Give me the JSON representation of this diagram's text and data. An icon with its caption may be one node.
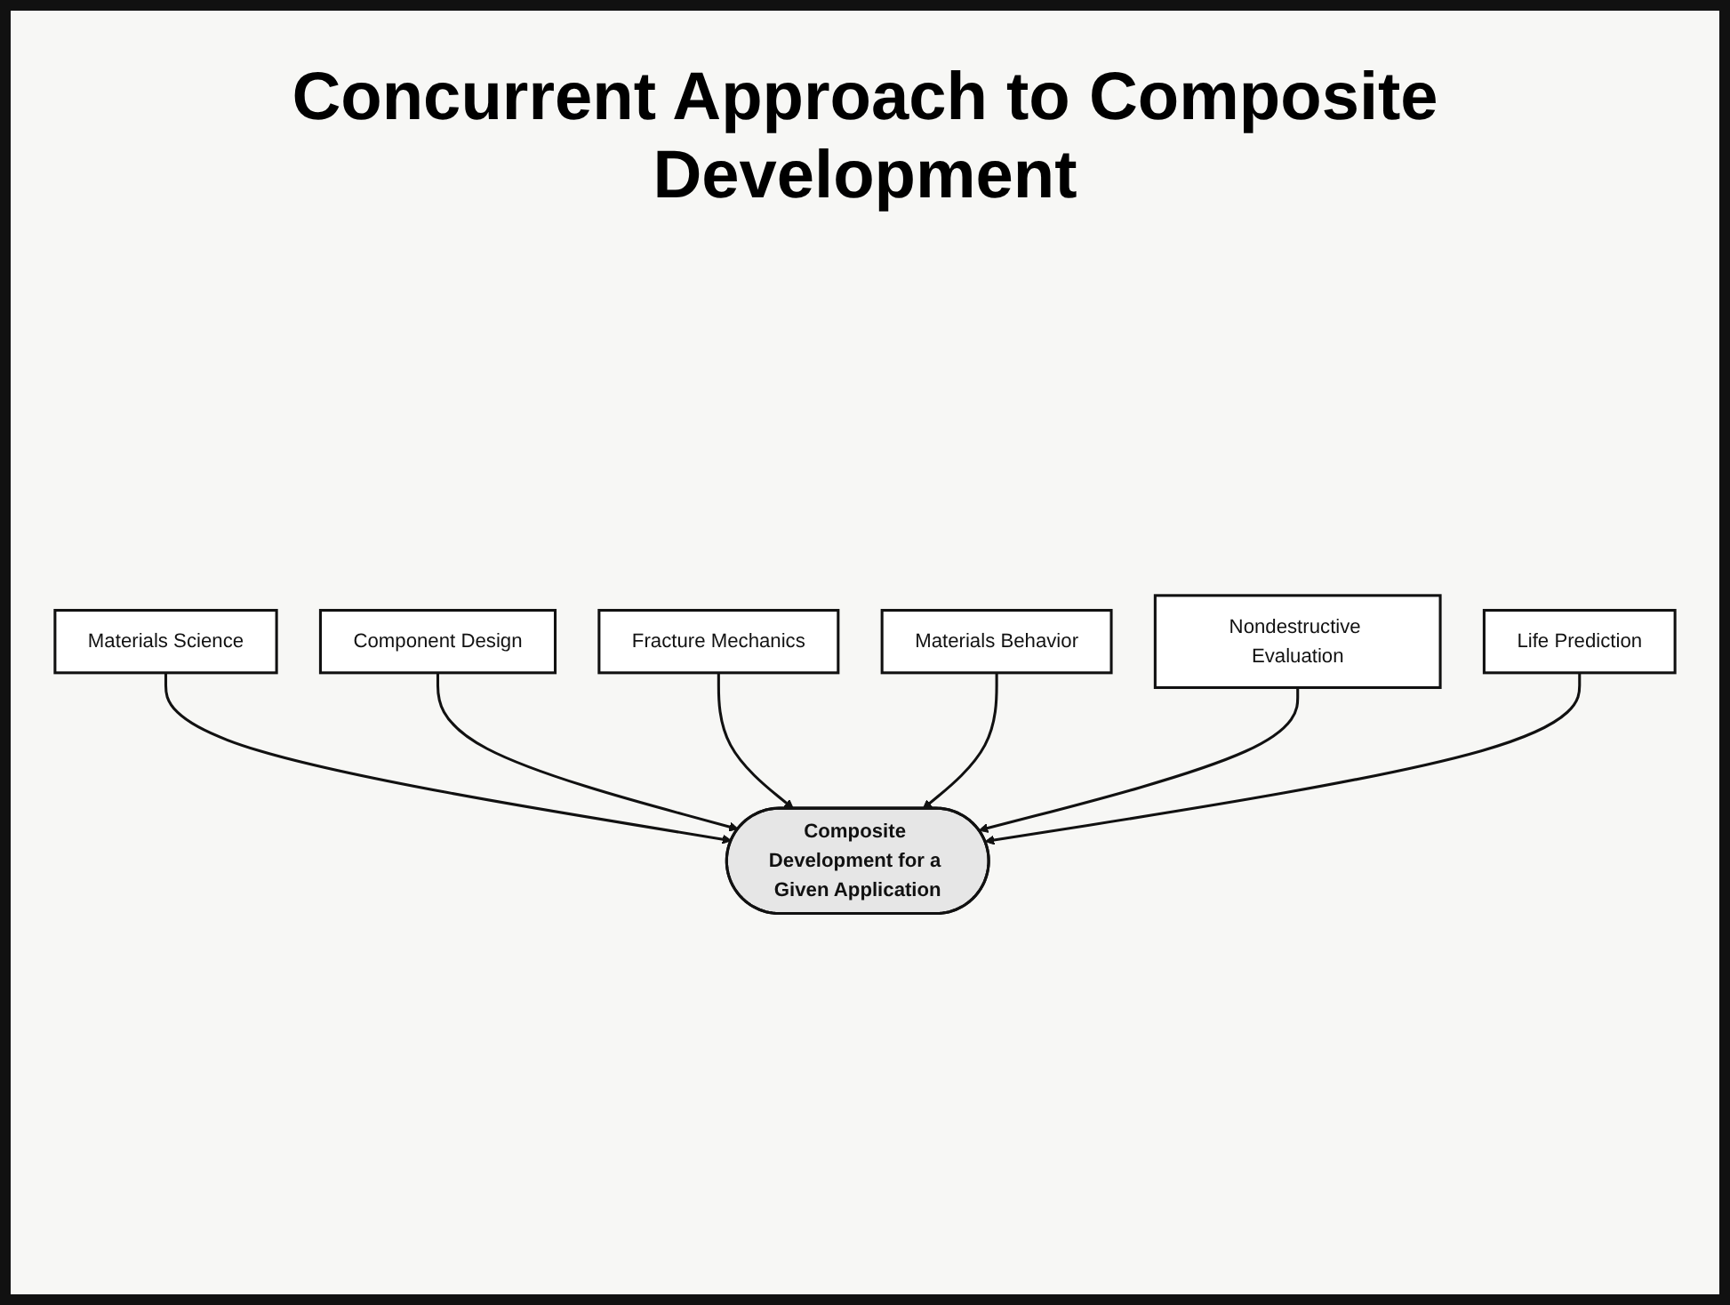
{
  "diagram": {
    "title": "Concurrent Approach to Composite Development",
    "nodes": [
      {
        "text": [
          "Materials Science"
        ]
      },
      {
        "text": [
          "Component Design"
        ]
      },
      {
        "text": [
          "Fracture Mechanics"
        ]
      },
      {
        "text": [
          "Composite Development for a Given Application"
        ]
      },
      {
        "text": [
          "Materials Behavior"
        ]
      },
      {
        "text": [
          "Nondestructive Evaluation"
        ]
      },
      {
        "text": [
          "Life Prediction"
        ]
      }
    ],
    "edges": [
      {
        "from": 0,
        "to": 3,
        "arrow": "to"
      },
      {
        "from": 1,
        "to": 3,
        "arrow": "to"
      },
      {
        "from": 2,
        "to": 3,
        "arrow": "to"
      },
      {
        "from": 4,
        "to": 3,
        "arrow": "to"
      },
      {
        "from": 5,
        "to": 3,
        "arrow": "to"
      },
      {
        "from": 6,
        "to": 3,
        "arrow": "to"
      }
    ]
  }
}
